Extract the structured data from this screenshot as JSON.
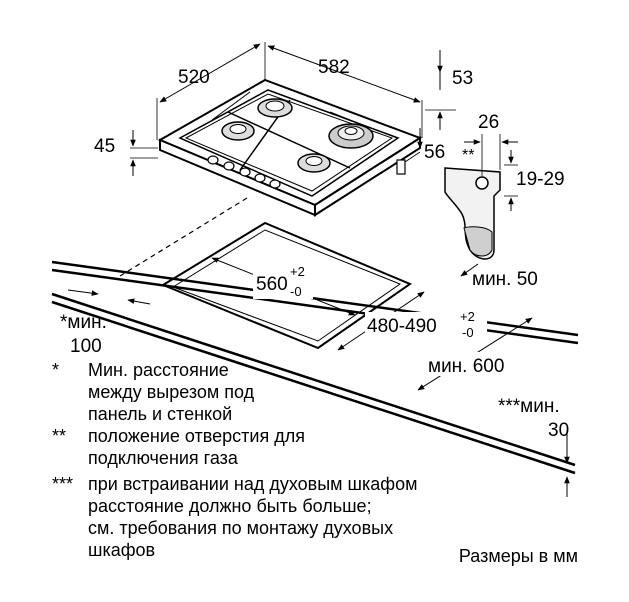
{
  "dimensions": {
    "width_520": "520",
    "width_582": "582",
    "depth_53": "53",
    "height_45": "45",
    "val_26": "26",
    "val_56": "56",
    "marker_double": "**",
    "range_19_29": "19-29",
    "min_50": "мин. 50",
    "cutout_560": "560",
    "cutout_560_plus": "+2",
    "cutout_560_minus": "-0",
    "cutout_480": "480-490",
    "cutout_480_plus": "+2",
    "cutout_480_minus": "-0",
    "min_600": "мин. 600",
    "star_min": "*мин.",
    "star_100": "100",
    "triple_min": "***мин.",
    "triple_30": "30"
  },
  "notes": [
    {
      "marker": "*",
      "lines": [
        "Мин. расстояние",
        "между вырезом под",
        "панель и стенкой"
      ]
    },
    {
      "marker": "**",
      "lines": [
        "положение отверстия для",
        "подключения газа"
      ]
    },
    {
      "marker": "***",
      "lines": [
        "при встраивании над духовым шкафом",
        "расстояние должно быть больше;",
        "см. требования по монтажу духовых",
        "шкафов"
      ]
    }
  ],
  "units_label": "Размеры в мм"
}
